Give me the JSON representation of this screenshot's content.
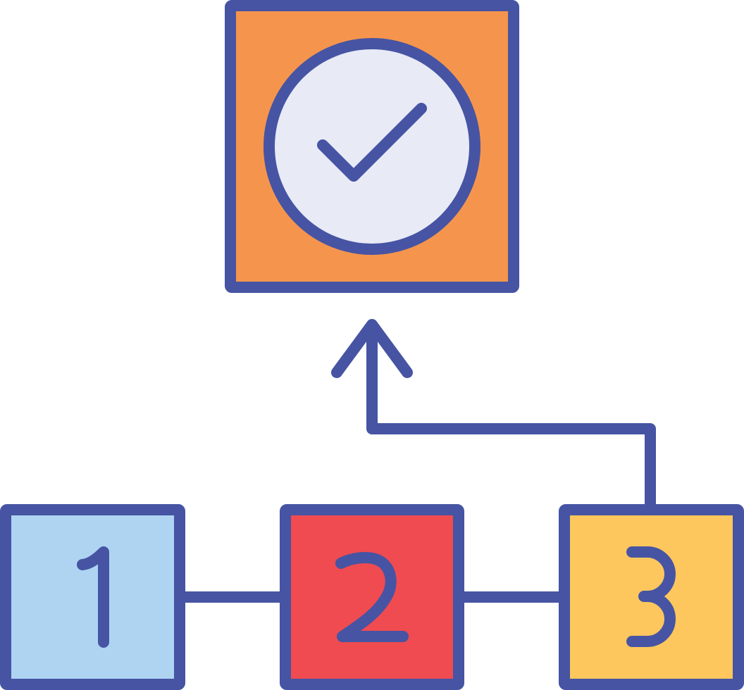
{
  "diagram": {
    "outline_color": "#4654a3",
    "goal": {
      "icon": "check-circle-icon",
      "fill_color": "#f5954d",
      "circle_fill_color": "#e8eaf6"
    },
    "arrow": {
      "icon": "arrow-up-icon"
    },
    "steps": [
      {
        "label": "1",
        "fill_color": "#aed4f2"
      },
      {
        "label": "2",
        "fill_color": "#ef4b50"
      },
      {
        "label": "3",
        "fill_color": "#fdc75d"
      }
    ]
  }
}
